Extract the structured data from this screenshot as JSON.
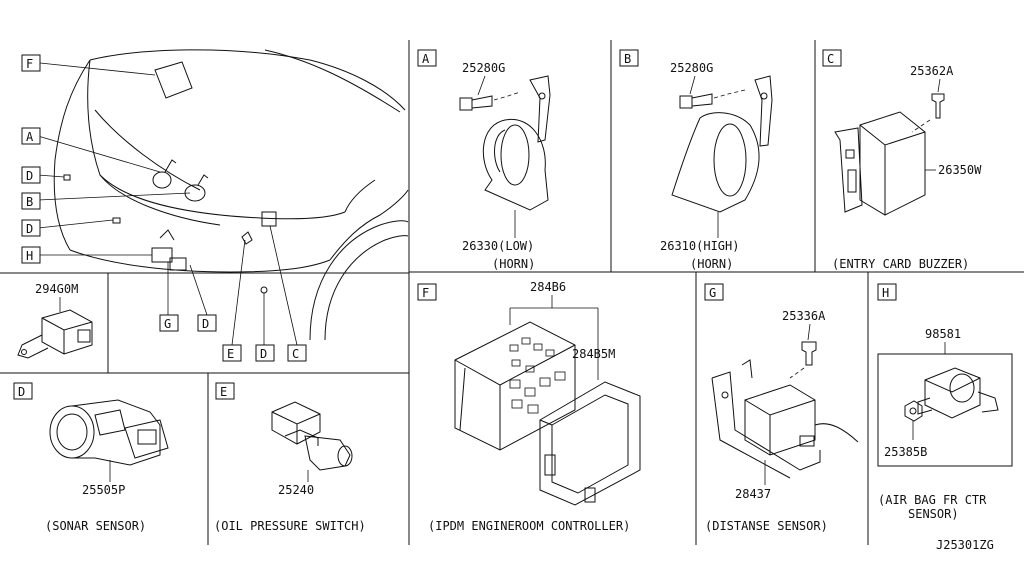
{
  "overview": {
    "callouts": {
      "F": "F",
      "A": "A",
      "D1": "D",
      "B": "B",
      "D2": "D",
      "H": "H",
      "G": "G",
      "D3": "D",
      "E": "E",
      "D4": "D",
      "C": "C"
    }
  },
  "panels": {
    "A": {
      "letter": "A",
      "bolt": "25280G",
      "part": "26330(LOW)",
      "name": "(HORN)"
    },
    "B": {
      "letter": "B",
      "bolt": "25280G",
      "part": "26310(HIGH)",
      "name": "(HORN)"
    },
    "C": {
      "letter": "C",
      "bolt": "25362A",
      "part": "26350W",
      "name": "(ENTRY CARD BUZZER)"
    },
    "sensor294": {
      "part": "294G0M"
    },
    "D": {
      "letter": "D",
      "part": "25505P",
      "name": "(SONAR SENSOR)"
    },
    "E": {
      "letter": "E",
      "part": "25240",
      "name": "(OIL PRESSURE SWITCH)"
    },
    "F": {
      "letter": "F",
      "part1": "284B6",
      "part2": "284B5M",
      "name": "(IPDM ENGINEROOM CONTROLLER)"
    },
    "G": {
      "letter": "G",
      "bolt": "25336A",
      "part": "28437",
      "name": "(DISTANSE SENSOR)"
    },
    "H": {
      "letter": "H",
      "part": "98581",
      "nut": "25385B",
      "name1": "(AIR BAG FR CTR",
      "name2": "SENSOR)"
    }
  },
  "footer": {
    "code": "J25301ZG"
  }
}
